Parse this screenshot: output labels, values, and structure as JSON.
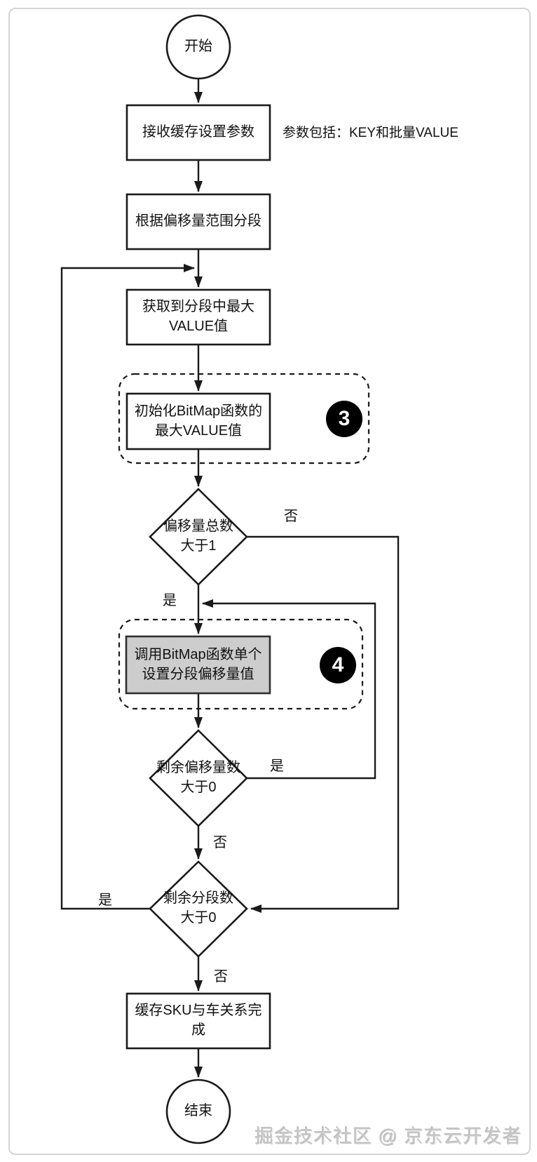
{
  "nodes": {
    "start": "开始",
    "receive_params": "接收缓存设置参数",
    "segment_by_offset": "根据偏移量范围分段",
    "get_max_value": "获取到分段中最大\nVALUE值",
    "init_bitmap": "初始化BitMap函数的\n最大VALUE值",
    "call_bitmap": "调用BitMap函数单个\n设置分段偏移量值",
    "decision_offset_total": "偏移量总数\n大于1",
    "decision_remaining_offset": "剩余偏移量数\n大于0",
    "decision_remaining_segment": "剩余分段数\n大于0",
    "cache_done": "缓存SKU与车关系完\n成",
    "end": "结束"
  },
  "annotation": {
    "params_note": "参数包括：KEY和批量VALUE"
  },
  "badges": {
    "step3": "3",
    "step4": "4"
  },
  "edge_labels": {
    "d1_no": "否",
    "d1_yes": "是",
    "d2_yes": "是",
    "d2_no": "否",
    "d3_yes": "是",
    "d3_no": "否"
  },
  "footer": {
    "watermark": "掘金技术社区 @ 京东云开发者"
  },
  "colors": {
    "line": "#1a1a1a",
    "node_fill": "#ffffff",
    "gray_node_fill": "#cdcdcd",
    "badge_bg": "#000000",
    "badge_text": "#ffffff",
    "frame_border": "#d4d4d4",
    "watermark_text": "#c9c9c9"
  }
}
